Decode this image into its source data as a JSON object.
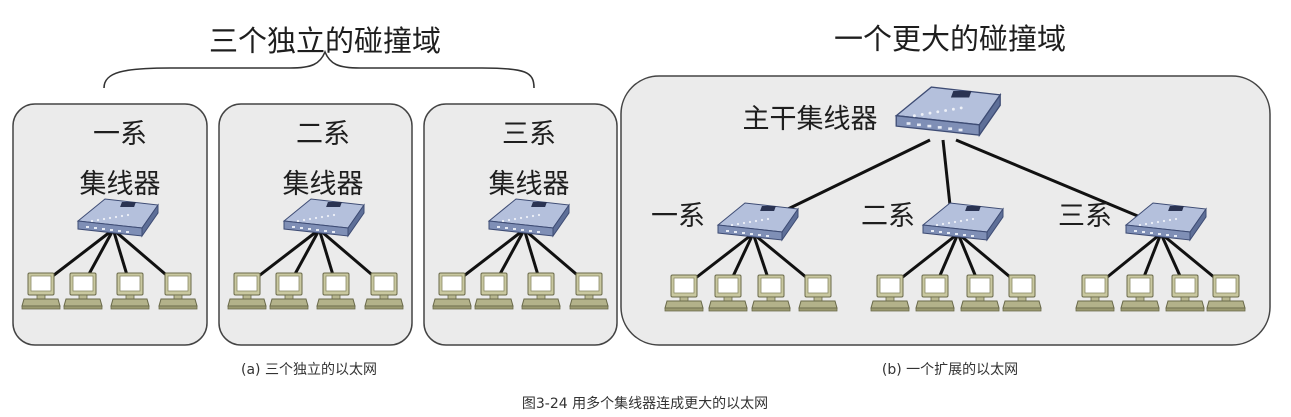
{
  "left": {
    "title": "三个独立的碰撞域",
    "panels": [
      {
        "dept": "一系",
        "hub": "集线器"
      },
      {
        "dept": "二系",
        "hub": "集线器"
      },
      {
        "dept": "三系",
        "hub": "集线器"
      }
    ],
    "caption": "(a) 三个独立的以太网"
  },
  "right": {
    "title": "一个更大的碰撞域",
    "backbone": "主干集线器",
    "groups": [
      {
        "dept": "一系"
      },
      {
        "dept": "二系"
      },
      {
        "dept": "三系"
      }
    ],
    "caption": "(b) 一个扩展的以太网"
  },
  "figure_caption": "图3-24  用多个集线器连成更大的以太网",
  "colors": {
    "panel_fill": "#ebebeb",
    "panel_stroke": "#444444",
    "hub_body": "#7f8fb6",
    "hub_top": "#b4c0dc",
    "computer_body": "#c9c8a0",
    "link": "#111111"
  }
}
